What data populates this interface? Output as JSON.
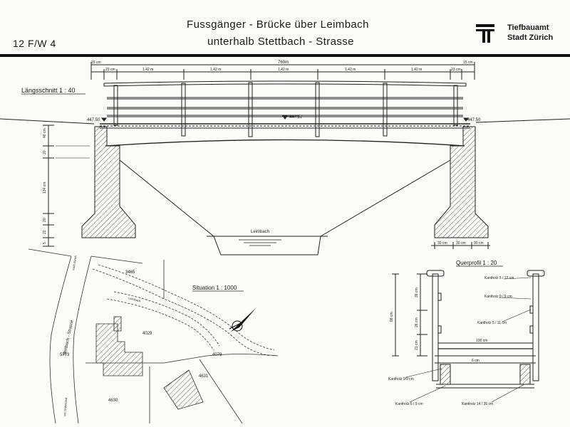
{
  "header": {
    "title_line1": "Fussgänger - Brücke über Leimbach",
    "title_line2": "unterhalb  Stettbach - Strasse",
    "drawing_code": "12 F/W 4",
    "org_line1": "Tiefbauamt",
    "org_line2": "Stadt Zürich"
  },
  "laengsschnitt": {
    "label": "Längsschnitt  1 : 40",
    "total_span": "760m",
    "end_offset": "15 cm",
    "post_offset": "23 cm",
    "bay_spacing": "1.42 m",
    "left_elevation": "447.50",
    "mid_elevation": "447.57",
    "right_elevation": "447.50",
    "stream_label": "Leimbach",
    "vertical_dims": [
      "46 cm",
      "20",
      "134 cm",
      "20",
      "22",
      "5"
    ],
    "footing_dims": [
      "30 cm",
      "30 cm",
      "30 cm"
    ]
  },
  "situation": {
    "label": "Situation  1 : 1000",
    "street_label": "Stettbach - Strasse",
    "parcels": [
      "3465",
      "4029",
      "4079",
      "4631",
      "4630",
      "5773"
    ],
    "small_labels": [
      "nach Zürich",
      "von Dübendorf",
      "Leimbach"
    ]
  },
  "querprofil": {
    "label": "Querprofil  1 : 20",
    "timbers": [
      "Kantholz  5 / 12 cm",
      "Kantholz  9 / 9  cm",
      "Kantholz  5 / 11 cm",
      "Kantholz  9/9 cm",
      "Kantholz  6 / 9 cm",
      "Kantholz  14 / 36 cm"
    ],
    "vertical_dims": [
      "39 cm",
      "26 cm",
      "21 cm",
      "86 cm"
    ],
    "width_dim": "100 cm",
    "deck_dim": "6 cm"
  }
}
